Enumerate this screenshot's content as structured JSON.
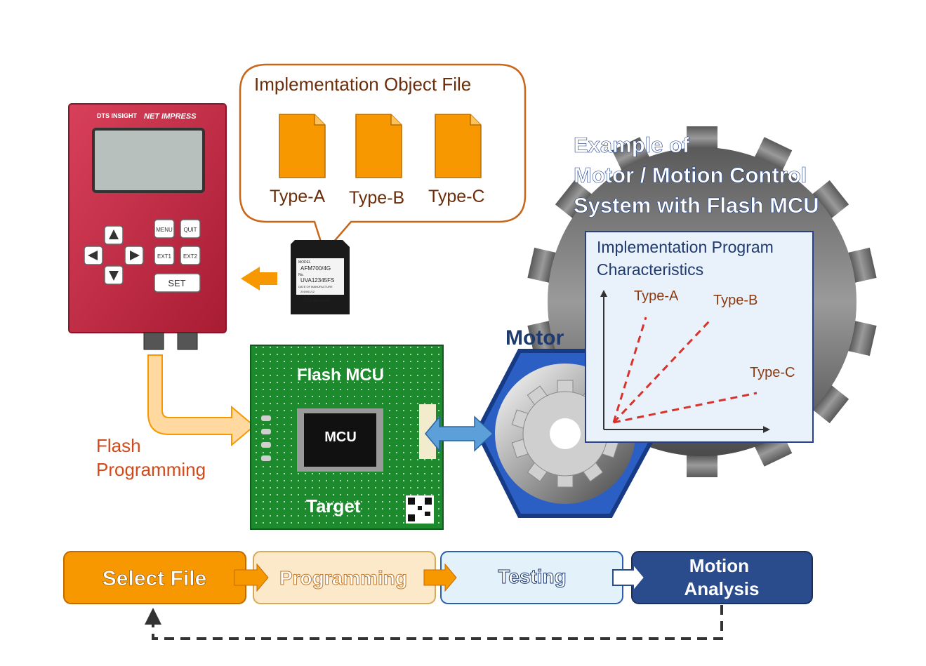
{
  "device": {
    "brand": "DTS INSIGHT",
    "product": "NET IMPRESS",
    "keys": {
      "menu": "MENU",
      "quit": "QUIT",
      "ext1": "EXT1",
      "ext2": "EXT2",
      "set": "SET"
    }
  },
  "sd_card": {
    "model_label": "MODEL",
    "model": "AFM700/4G",
    "no_label": "No.",
    "serial": "UVA12345FS",
    "date_label": "DATE OF MANUFACTURE",
    "date": "2019/01/12",
    "brand": "DTS INSIGHT"
  },
  "object_file": {
    "title": "Implementation Object File",
    "files": [
      "Type-A",
      "Type-B",
      "Type-C"
    ]
  },
  "gear_title": [
    "Example of",
    "Motor / Motion Control",
    "System with Flash MCU"
  ],
  "characteristics": {
    "title": [
      "Implementation Program",
      "Characteristics"
    ],
    "series": [
      "Type-A",
      "Type-B",
      "Type-C"
    ]
  },
  "flash_programming": [
    "Flash",
    "Programming"
  ],
  "board": {
    "title": "Flash MCU",
    "chip": "MCU",
    "label": "Target"
  },
  "motor_label": "Motor",
  "workflow": [
    "Select File",
    "Programming",
    "Testing",
    "Motion Analysis"
  ],
  "colors": {
    "orange": "#F79800",
    "red_device": "#C8243F",
    "board_green": "#1E8A2E",
    "navy": "#1F3A6E"
  }
}
